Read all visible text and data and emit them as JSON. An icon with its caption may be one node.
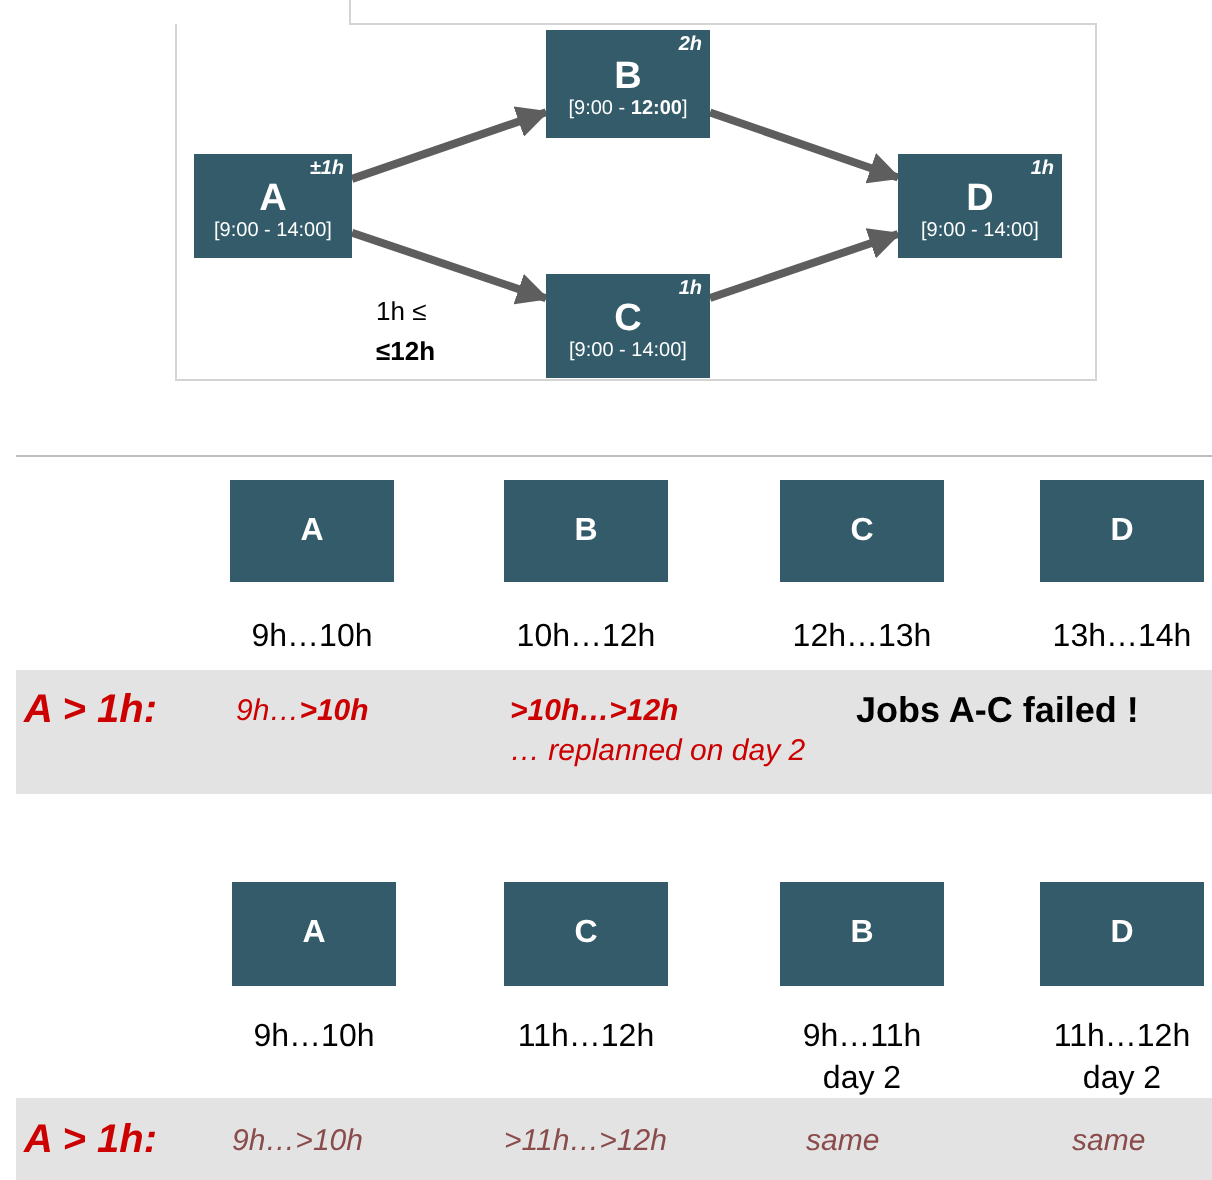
{
  "diagram": {
    "nodes": [
      {
        "text": [
          "±1h",
          "A",
          "[9:00 - 14:00]"
        ]
      },
      {
        "text": [
          "2h",
          "B",
          "[9:00 - **12:00**]"
        ]
      },
      {
        "text": [
          "1h",
          "C",
          "[9:00 - 14:00]"
        ]
      },
      {
        "text": [
          "1h",
          "D",
          "[9:00 - 14:00]"
        ]
      },
      {
        "text": [
          "A"
        ],
        "beside": [
          "9h…10h"
        ]
      },
      {
        "text": [
          "B"
        ],
        "beside": [
          "10h…12h"
        ]
      },
      {
        "text": [
          "C"
        ],
        "beside": [
          "12h…13h"
        ]
      },
      {
        "text": [
          "D"
        ],
        "beside": [
          "13h…14h"
        ]
      },
      {
        "text": [
          "A"
        ],
        "beside": [
          "9h…10h"
        ]
      },
      {
        "text": [
          "C"
        ],
        "beside": [
          "11h…12h"
        ]
      },
      {
        "text": [
          "B"
        ],
        "beside": [
          "9h…11h day 2"
        ]
      },
      {
        "text": [
          "D"
        ],
        "beside": [
          "11h…12h day 2"
        ]
      }
    ],
    "edges": [
      {
        "from": 0,
        "to": 1,
        "arrow": "to"
      },
      {
        "from": 0,
        "to": 2,
        "arrow": "to",
        "label": "1h ≤ **≤12h**"
      },
      {
        "from": 1,
        "to": 3,
        "arrow": "to"
      },
      {
        "from": 2,
        "to": 3,
        "arrow": "to"
      }
    ],
    "labels": [
      "A > 1h:",
      "9h…**>10h**",
      ">10h…>12h",
      "Jobs A-C failed !",
      "… replanned on day 2",
      "A > 1h:",
      "9h…>10h",
      ">11h…>12h",
      "same",
      "same"
    ]
  }
}
